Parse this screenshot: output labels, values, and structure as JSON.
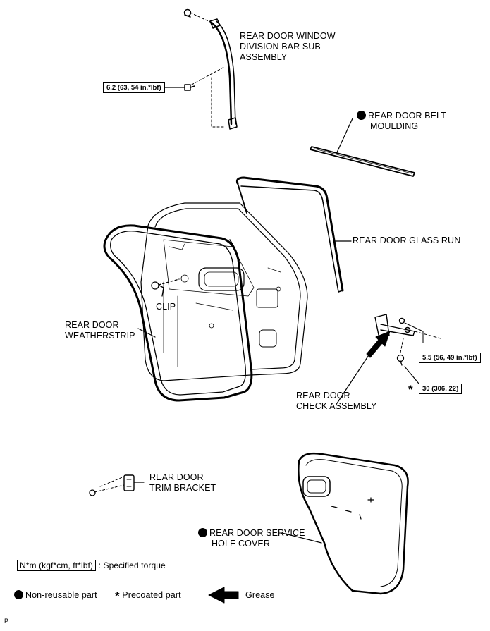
{
  "parts": {
    "division_bar": [
      "REAR DOOR WINDOW",
      "DIVISION BAR SUB-",
      "ASSEMBLY"
    ],
    "belt_moulding": [
      "REAR DOOR BELT",
      "MOULDING"
    ],
    "glass_run": "REAR DOOR GLASS RUN",
    "clip": "CLIP",
    "weatherstrip": [
      "REAR DOOR",
      "WEATHERSTRIP"
    ],
    "check_assembly": [
      "REAR DOOR",
      "CHECK ASSEMBLY"
    ],
    "trim_bracket": [
      "REAR DOOR",
      "TRIM BRACKET"
    ],
    "service_hole_cover": [
      "REAR DOOR SERVICE",
      "HOLE COVER"
    ]
  },
  "torques": {
    "division_bar": "6.2 (63, 54 in.*lbf)",
    "check_small": "5.5 (56, 49 in.*lbf)",
    "check_large": "30 (306, 22)"
  },
  "legend": {
    "torque_box": "N*m (kgf*cm, ft*lbf)",
    "torque_desc": ": Specified torque",
    "non_reusable": "Non-reusable part",
    "precoated": "Precoated part",
    "grease": "Grease"
  },
  "corner_mark": "P",
  "icons": {
    "non_reusable": "filled-circle-icon",
    "precoated": "asterisk-icon",
    "grease": "thick-arrow-icon"
  }
}
